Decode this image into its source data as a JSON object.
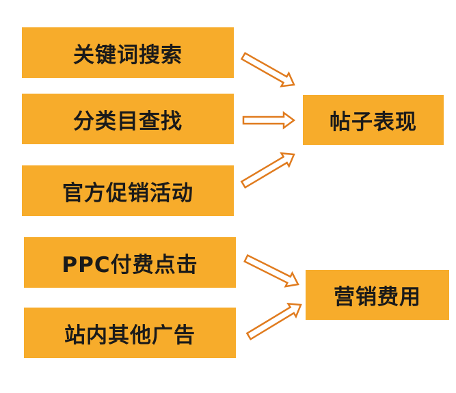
{
  "sources": [
    {
      "label": "关键词搜索",
      "target": 0
    },
    {
      "label": "分类目查找",
      "target": 0
    },
    {
      "label": "官方促销活动",
      "target": 0
    },
    {
      "label": "PPC付费点击",
      "target": 1
    },
    {
      "label": "站内其他广告",
      "target": 1
    }
  ],
  "targets": [
    {
      "label": "帖子表现"
    },
    {
      "label": "营销费用"
    }
  ],
  "colors": {
    "box_fill": "#F7AC2B",
    "arrow_stroke": "#E07B1E",
    "arrow_fill": "#FFFFFF",
    "text": "#1A1A1A"
  }
}
